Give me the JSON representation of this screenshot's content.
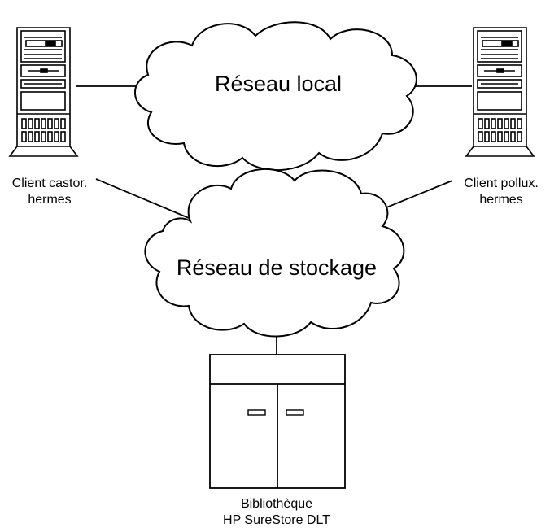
{
  "clouds": {
    "local": {
      "label": "Réseau local"
    },
    "storage": {
      "label": "Réseau de stockage"
    }
  },
  "nodes": {
    "client_left": {
      "line1": "Client castor.",
      "line2": "hermes"
    },
    "client_right": {
      "line1": "Client pollux.",
      "line2": "hermes"
    },
    "library": {
      "line1": "Bibliothèque",
      "line2": "HP SureStore DLT"
    }
  }
}
